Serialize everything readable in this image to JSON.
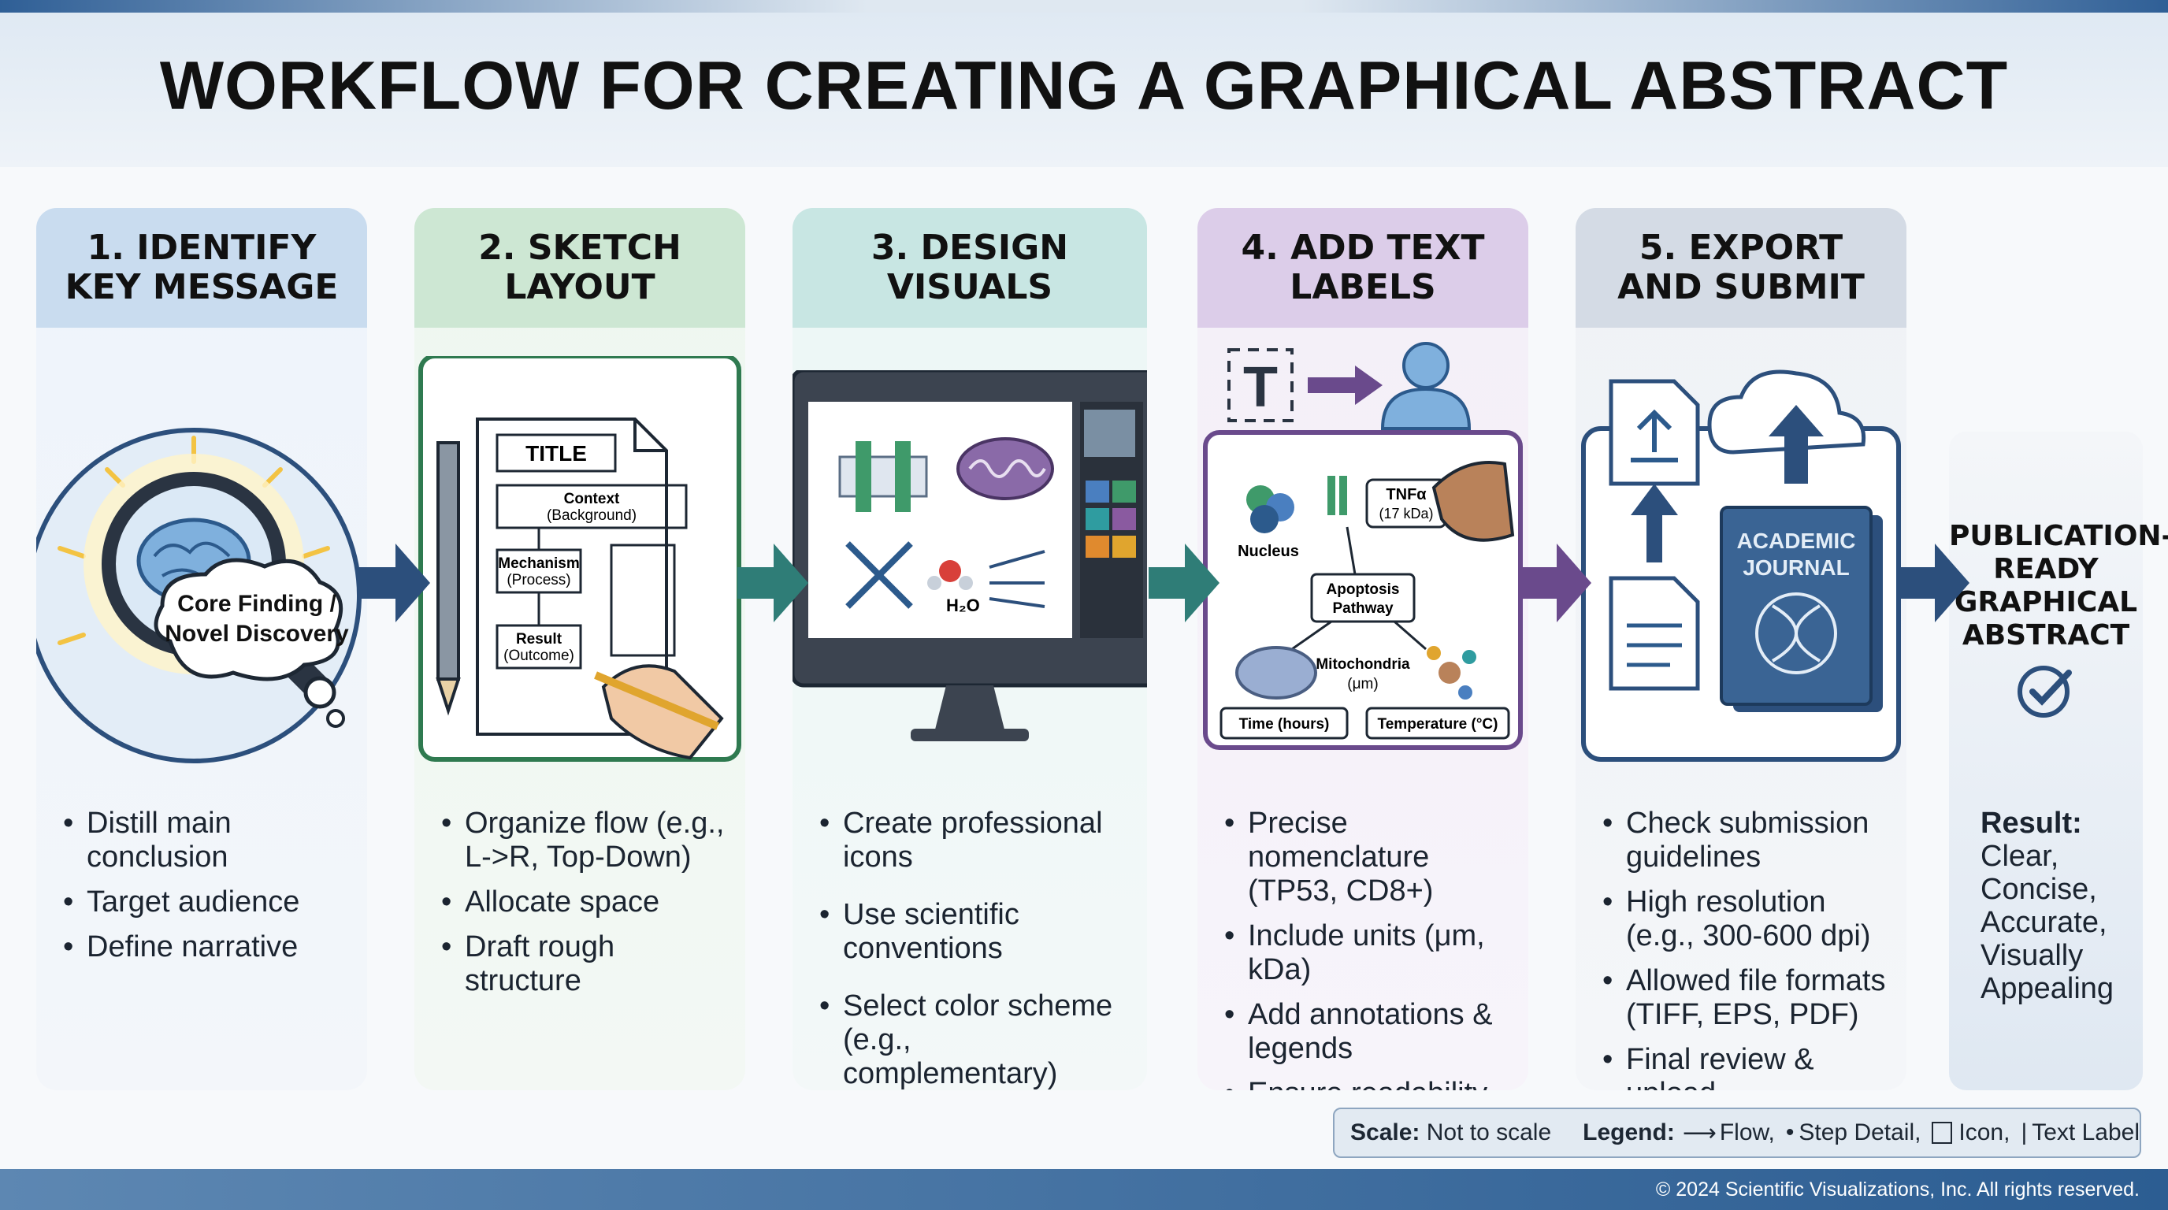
{
  "title": "WORKFLOW FOR CREATING A GRAPHICAL ABSTRACT",
  "steps": [
    {
      "heading_1": "1. IDENTIFY",
      "heading_2": "KEY MESSAGE",
      "bullets": [
        "Distill main conclusion",
        "Target audience",
        "Define narrative"
      ],
      "callout_1": "Core Finding /",
      "callout_2": "Novel Discovery"
    },
    {
      "heading_1": "2. SKETCH",
      "heading_2": "LAYOUT",
      "bullets": [
        "Organize flow (e.g., L->R, Top-Down)",
        "Allocate space",
        "Draft rough structure"
      ],
      "sketch": {
        "title": "TITLE",
        "context": "Context",
        "context_sub": "(Background)",
        "mechanism": "Mechanism",
        "mechanism_sub": "(Process)",
        "result": "Result",
        "result_sub": "(Outcome)"
      }
    },
    {
      "heading_1": "3. DESIGN",
      "heading_2": "VISUALS",
      "bullets": [
        "Create professional icons",
        "Use scientific conventions",
        "Select color scheme (e.g., complementary)"
      ],
      "molecule_label": "H₂O"
    },
    {
      "heading_1": "4. ADD TEXT",
      "heading_2": "LABELS",
      "bullets": [
        "Precise nomenclature (TP53, CD8+)",
        "Include units (μm, kDa)",
        "Add annotations & legends",
        "Ensure readability"
      ],
      "labels": {
        "nucleus": "Nucleus",
        "tnf": "TNFα",
        "tnf_sub": "(17 kDa)",
        "apoptosis": "Apoptosis",
        "apoptosis_sub": "Pathway",
        "mitochondria": "Mitochondria",
        "mitochondria_sub": "(μm)",
        "time": "Time (hours)",
        "temperature": "Temperature (°C)"
      }
    },
    {
      "heading_1": "5. EXPORT",
      "heading_2": "AND SUBMIT",
      "bullets": [
        "Check submission guidelines",
        "High resolution (e.g., 300-600 dpi)",
        "Allowed file formats (TIFF, EPS, PDF)",
        "Final review & upload"
      ],
      "journal_1": "ACADEMIC",
      "journal_2": "JOURNAL"
    }
  ],
  "final": {
    "lines": [
      "PUBLICATION-",
      "READY",
      "GRAPHICAL",
      "ABSTRACT"
    ],
    "result_label": "Result:",
    "result_lines": [
      "Clear,",
      "Concise,",
      "Accurate,",
      "Visually",
      "Appealing"
    ]
  },
  "legend": {
    "scale_label": "Scale:",
    "scale_value": "Not to scale",
    "legend_label": "Legend:",
    "flow": "Flow,",
    "step_detail": "Step Detail,",
    "icon": "Icon,",
    "text_label": "Text Label"
  },
  "copyright": "© 2024 Scientific Visualizations, Inc. All rights reserved.",
  "colors": {
    "step1": "#c9dcef",
    "step2": "#cde7d3",
    "step3": "#c8e6e3",
    "step4": "#dccde9",
    "step5": "#d4dbe5",
    "arrow_blue": "#2c4f7c",
    "arrow_teal": "#2f7d77",
    "arrow_purple": "#6a4a8c"
  }
}
